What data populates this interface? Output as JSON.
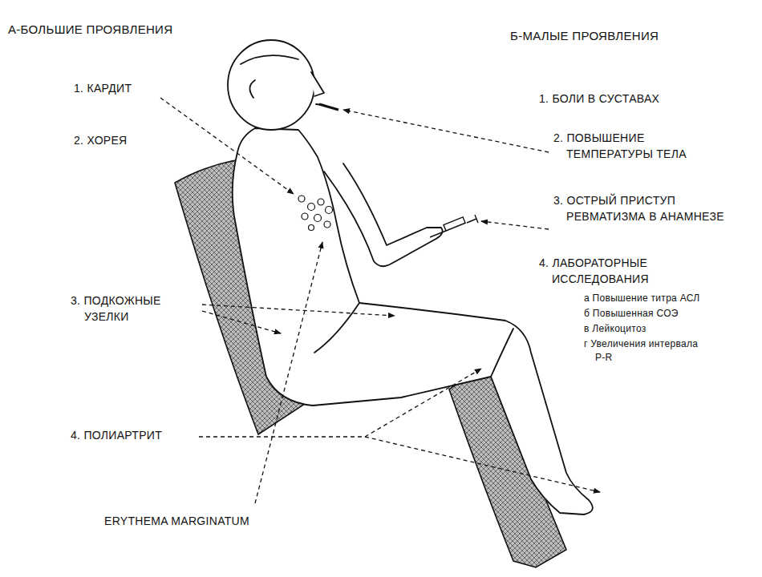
{
  "diagram": {
    "labels": [
      "А-БОЛЬШИЕ ПРОЯВЛЕНИЯ",
      "Б-МАЛЫЕ ПРОЯВЛЕНИЯ",
      "1. КАРДИТ",
      "2. ХОРЕЯ",
      "3. ПОДКОЖНЫЕ УЗЕЛКИ",
      "4. ПОЛИАРТРИТ",
      "ERYTHEMA MARGINATUM",
      "1. БОЛИ В СУСТАВАХ",
      "2. ПОВЫШЕНИЕ ТЕМПЕРАТУРЫ ТЕЛА",
      "3. ОСТРЫЙ ПРИСТУП РЕВМАТИЗМА В АНАМНЕЗЕ",
      "4. ЛАБОРАТОРНЫЕ ИССЛЕДОВАНИЯ",
      "а Повышение титра АСЛ",
      "б Повышенная СОЭ",
      "в Лейкоцитоз",
      "г Увеличения интервала P-R"
    ]
  }
}
